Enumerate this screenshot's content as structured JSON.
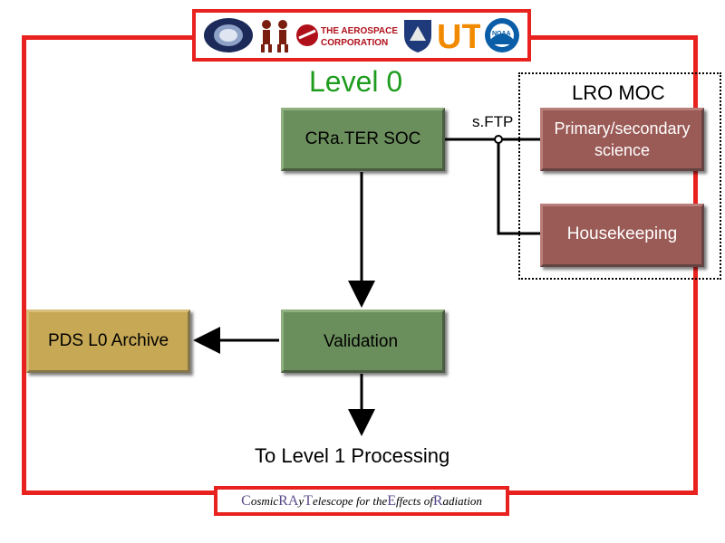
{
  "logos": [
    {
      "name": "soc-globe-logo"
    },
    {
      "name": "figures-logo"
    },
    {
      "name": "aerospace-corporation-logo",
      "line1": "THE AEROSPACE",
      "line2": "CORPORATION"
    },
    {
      "name": "air-force-shield-logo"
    },
    {
      "name": "ut-logo",
      "text": "UT"
    },
    {
      "name": "noaa-logo",
      "text": "NOAA"
    }
  ],
  "diagram": {
    "level_title": "Level 0",
    "moc_title": "LRO MOC",
    "sftp_label": "s.FTP",
    "crater_soc": "CRa.TER SOC",
    "primary_science": "Primary/secondary science",
    "housekeeping": "Housekeeping",
    "validation": "Validation",
    "pds_archive": "PDS L0 Archive",
    "to_level1": "To Level 1 Processing"
  },
  "footer": {
    "parts": [
      {
        "cap": "C",
        "rest": "osmic "
      },
      {
        "cap": "RA",
        "rest": "y "
      },
      {
        "cap": "T",
        "rest": "elescope for the "
      },
      {
        "cap": "E",
        "rest": "ffects of "
      },
      {
        "cap": "R",
        "rest": "adiation"
      }
    ]
  },
  "colors": {
    "frame_red": "#e8231f",
    "title_green": "#1e9c1e",
    "box_green": "#6b8f5c",
    "box_red": "#9a5a56",
    "box_yellow": "#c6a855"
  }
}
